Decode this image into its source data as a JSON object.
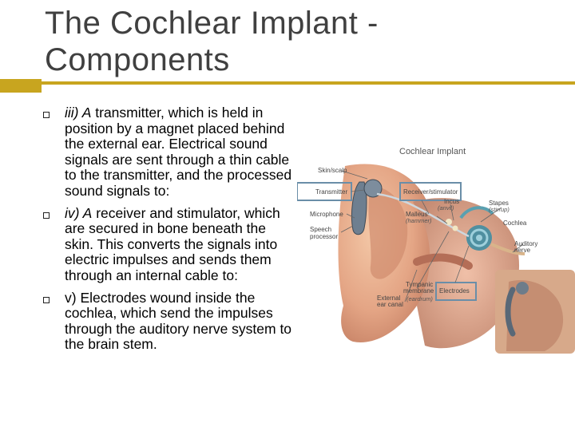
{
  "slide": {
    "title_line1": "The Cochlear Implant -",
    "title_line2": "Components",
    "accent_color": "#c8a51f",
    "bullets": [
      {
        "lead": "iii) A",
        "text": " transmitter, which is held in position by a magnet placed behind the external ear. Electrical sound signals are sent through a thin cable to the transmitter, and the processed sound signals to:"
      },
      {
        "lead": "iv) A",
        "text": " receiver and stimulator, which are secured in bone beneath the skin. This converts the signals into electric impulses and sends them through an internal cable to:"
      },
      {
        "lead": "",
        "text": "v) Electrodes wound inside the cochlea, which send the impulses through the auditory nerve system to the brain stem."
      }
    ]
  },
  "figure": {
    "title": "Cochlear Implant",
    "labels": {
      "skin": "Skin/scalp",
      "transmitter": "Transmitter",
      "receiver": "Receiver/stimulator",
      "microphone": "Microphone",
      "speech1": "Speech",
      "speech2": "processor",
      "malleus": "Malleus",
      "hammer": "(hammer)",
      "incus1": "Incus",
      "incus2": "(anvil)",
      "stapes1": "Stapes",
      "stapes2": "(stirrup)",
      "cochlea": "Cochlea",
      "nerve1": "Auditory",
      "nerve2": "nerve",
      "tympanic1": "Tympanic",
      "tympanic2": "membrane",
      "eardrum": "(eardrum)",
      "electrodes": "Electrodes",
      "canal1": "External",
      "canal2": "ear canal"
    }
  }
}
